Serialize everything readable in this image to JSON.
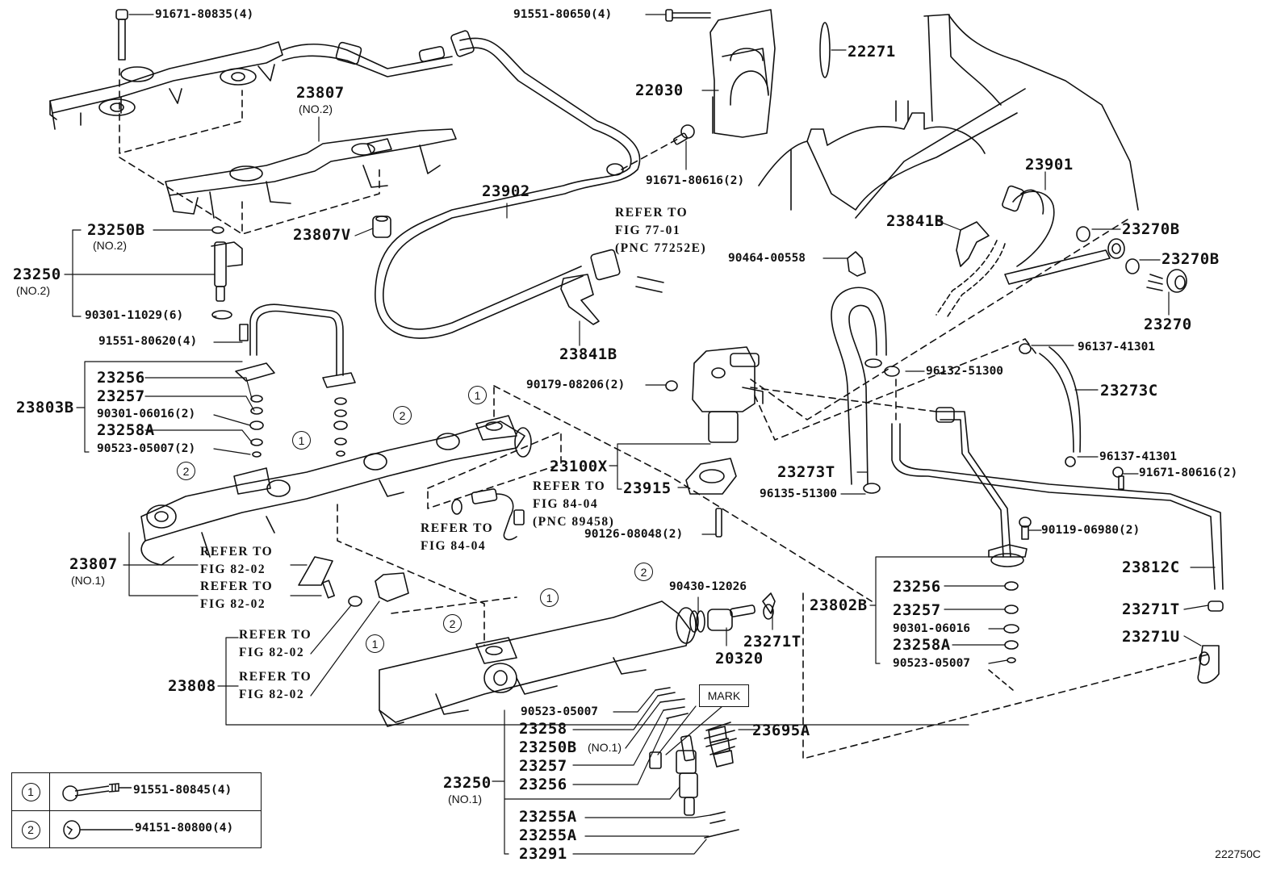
{
  "diagram": {
    "figure_id": "222750C",
    "mark_label": "MARK",
    "callouts": {
      "c1": "1",
      "c2": "2"
    },
    "legend": [
      {
        "key": "1",
        "part": "91551-80845(4)",
        "icon": "flange-bolt-icon"
      },
      {
        "key": "2",
        "part": "94151-80800(4)",
        "icon": "flange-nut-icon"
      }
    ],
    "labels": {
      "p91671_80835": "91671-80835(4)",
      "p23807_no2": "23807",
      "p23807_no2_sub": "(NO.2)",
      "p23807v": "23807V",
      "p23250b_no2": "23250B",
      "p23250b_no2_sub": "(NO.2)",
      "p23250_no2": "23250",
      "p23250_no2_sub": "(NO.2)",
      "p90301_11029": "90301-11029(6)",
      "p91551_80620": "91551-80620(4)",
      "p23803b": "23803B",
      "p23256_l": "23256",
      "p23257_l": "23257",
      "p90301_06016_l": "90301-06016(2)",
      "p23258a_l": "23258A",
      "p90523_05007_l": "90523-05007(2)",
      "p23807_no1": "23807",
      "p23807_no1_sub": "(NO.1)",
      "p23808": "23808",
      "p91551_80650": "91551-80650(4)",
      "p22030": "22030",
      "p22271": "22271",
      "p23902": "23902",
      "p91671_80616_top": "91671-80616(2)",
      "p23841b_mid": "23841B",
      "p90179_08206": "90179-08206(2)",
      "p23100x": "23100X",
      "p23915": "23915",
      "p90126_08048": "90126-08048(2)",
      "p90464_00558": "90464-00558",
      "p23273t": "23273T",
      "p96135_51300": "96135-51300",
      "p96132_51300": "96132-51300",
      "p23901": "23901",
      "p23841b_right": "23841B",
      "p23270b_1": "23270B",
      "p23270b_2": "23270B",
      "p23270": "23270",
      "p96137_41301_top": "96137-41301",
      "p23273c": "23273C",
      "p96137_41301_bot": "96137-41301",
      "p91671_80616_right": "91671-80616(2)",
      "p90119_06980": "90119-06980(2)",
      "p23812c": "23812C",
      "p23802b": "23802B",
      "p23256_r": "23256",
      "p23257_r": "23257",
      "p90301_06016_r": "90301-06016",
      "p23258a_r": "23258A",
      "p90523_05007_r": "90523-05007",
      "p23271t_r": "23271T",
      "p23271u": "23271U",
      "p90430_12026": "90430-12026",
      "p20320": "20320",
      "p23271t_mid": "23271T",
      "p23695a": "23695A",
      "p90523_05007_b": "90523-05007",
      "p23258_b": "23258",
      "p23250b_no1": "23250B",
      "p23250b_no1_sub": "(NO.1)",
      "p23257_b": "23257",
      "p23256_b": "23256",
      "p23250_no1": "23250",
      "p23250_no1_sub": "(NO.1)",
      "p23255a_1": "23255A",
      "p23255a_2": "23255A",
      "p23291": "23291"
    },
    "references": {
      "r77_01": "REFER TO\nFIG 77-01\n(PNC 77252E)",
      "r84_04_pnc": "REFER TO\nFIG 84-04\n(PNC 89458)",
      "r84_04": "REFER TO\nFIG 84-04",
      "r82_02_a": "REFER TO\nFIG 82-02",
      "r82_02_b": "REFER TO\nFIG 82-02",
      "r82_02_c": "REFER TO\nFIG 82-02",
      "r82_02_d": "REFER TO\nFIG 82-02"
    }
  }
}
